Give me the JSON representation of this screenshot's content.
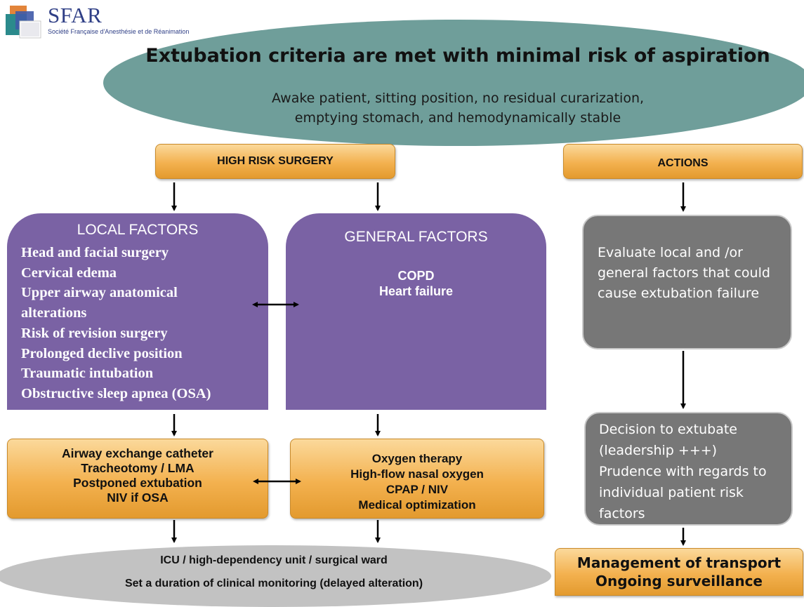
{
  "logo": {
    "name": "SFAR",
    "subtitle": "Société Française d'Anesthésie et de Réanimation"
  },
  "header": {
    "title": "Extubation criteria are met with minimal risk of aspiration",
    "subtitle_line1": "Awake patient, sitting position, no residual curarization,",
    "subtitle_line2": "emptying stomach, and hemodynamically stable"
  },
  "high_risk": {
    "label": "HIGH RISK SURGERY"
  },
  "actions": {
    "label": "ACTIONS"
  },
  "local_factors": {
    "title": "LOCAL FACTORS",
    "items": [
      "Head and facial surgery",
      "Cervical edema",
      "Upper airway anatomical",
      "alterations",
      "Risk of revision surgery",
      "Prolonged declive position",
      "Traumatic intubation",
      "Obstructive sleep apnea (OSA)"
    ]
  },
  "general_factors": {
    "title": "GENERAL FACTORS",
    "items": [
      "COPD",
      "Heart failure"
    ]
  },
  "local_actions": {
    "items": [
      "Airway exchange catheter",
      "Tracheotomy / LMA",
      "Postponed extubation",
      "NIV if OSA"
    ]
  },
  "general_actions": {
    "items": [
      "Oxygen therapy",
      "High-flow nasal oxygen",
      "CPAP / NIV",
      "Medical optimization"
    ]
  },
  "evaluate": {
    "lines": [
      "Evaluate local and /or",
      "general factors that could",
      "cause extubation failure"
    ]
  },
  "decision": {
    "lines": [
      "Decision to extubate",
      "(leadership +++)",
      "Prudence with regards to",
      "individual patient risk",
      "factors"
    ]
  },
  "transport": {
    "lines": [
      "Management of transport",
      "Ongoing surveillance"
    ]
  },
  "bottom": {
    "line1": "ICU / high-dependency unit / surgical ward",
    "line2": "Set a duration of clinical monitoring (delayed alteration)"
  },
  "colors": {
    "header_teal": "#6f9e9a",
    "purple": "#7a62a4",
    "orange": "#f3b14f",
    "gray": "#777777",
    "bottom_gray": "#c2c2c2",
    "logo_blue": "#2f3f86"
  }
}
